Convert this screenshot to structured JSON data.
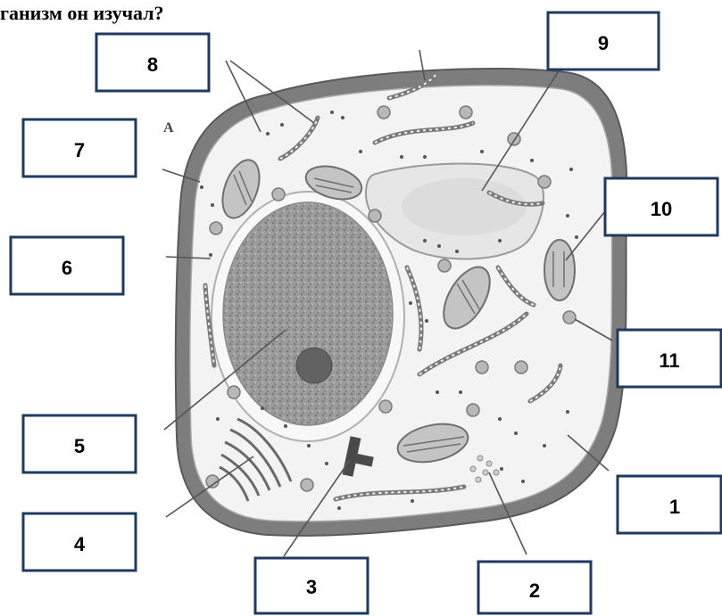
{
  "question": {
    "text": "ганизм он изучал?"
  },
  "cell_edge_letter": "A",
  "labels": [
    {
      "id": "label-1",
      "text": "1"
    },
    {
      "id": "label-2",
      "text": "2"
    },
    {
      "id": "label-3",
      "text": "3"
    },
    {
      "id": "label-4",
      "text": "4"
    },
    {
      "id": "label-5",
      "text": "5"
    },
    {
      "id": "label-6",
      "text": "6"
    },
    {
      "id": "label-7",
      "text": "7"
    },
    {
      "id": "label-8",
      "text": "8"
    },
    {
      "id": "label-9",
      "text": "9"
    },
    {
      "id": "label-10",
      "text": "10"
    },
    {
      "id": "label-11",
      "text": "11"
    }
  ],
  "colors": {
    "box_border": "#1f3a5f",
    "cell_wall": "#8a8a8a",
    "cytoplasm": "#f2f2f2",
    "vacuole": "#e4e4e4",
    "nucleus": "#9a9a9a",
    "nucleolus": "#6a6a6a",
    "organelle": "#b5b5b5"
  },
  "icons": {
    "cell": "plant-cell-diagram"
  }
}
